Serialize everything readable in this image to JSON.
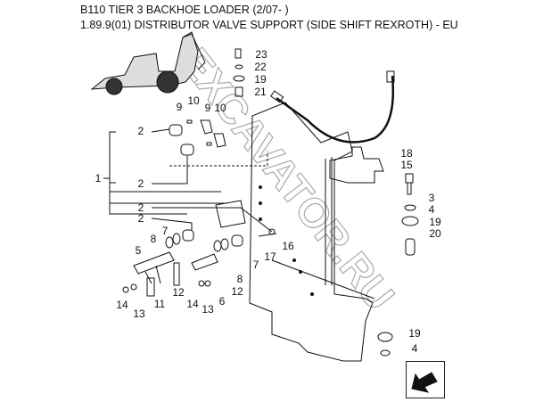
{
  "header": {
    "model": "B110 TIER 3 BACKHOE LOADER (2/07- )",
    "section": "1.89.9(01) DISTRIBUTOR VALVE SUPPORT (SIDE SHIFT REXROTH) - EU"
  },
  "callouts": [
    "23",
    "22",
    "19",
    "21",
    "10",
    "9",
    "9",
    "10",
    "2",
    "1",
    "2",
    "2",
    "2",
    "18",
    "15",
    "3",
    "4",
    "19",
    "20",
    "7",
    "8",
    "5",
    "16",
    "17",
    "7",
    "8",
    "12",
    "12",
    "11",
    "14",
    "13",
    "14",
    "13",
    "6",
    "19",
    "4"
  ],
  "watermark": "EXCAVATOR.RU",
  "nav_icon": "next-page-arrow-icon",
  "colors": {
    "line": "#111111",
    "watermark": "#9a9a9a"
  }
}
